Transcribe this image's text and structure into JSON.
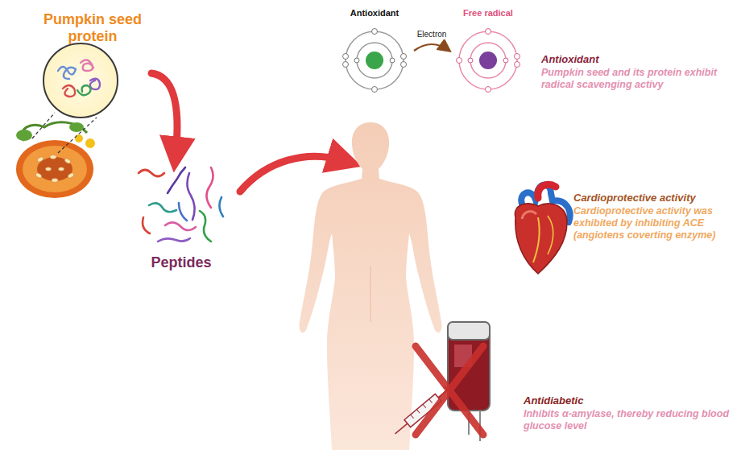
{
  "diagram": {
    "nodes": [
      {
        "text": [
          "Pumpkin seed protein"
        ]
      },
      {
        "text": [
          "Peptides"
        ]
      },
      {
        "text": [
          "Antioxidant"
        ]
      },
      {
        "text": [
          "Free radical"
        ]
      }
    ],
    "edges": [
      {
        "from": 0,
        "to": 1,
        "arrow": "to"
      },
      {
        "from": 2,
        "to": 3,
        "label": "Electron",
        "arrow": "to"
      }
    ],
    "labels": [
      "Antioxidant",
      "Pumpkin seed and its protein exhibit radical scavenging activy",
      "Cardioprotective activity",
      "Cardioprotective activity was exhibited by inhibiting ACE (angiotens coverting enzyme)",
      "Antidiabetic",
      "Inhibits α-amylase, thereby reducing blood glucose level"
    ]
  }
}
